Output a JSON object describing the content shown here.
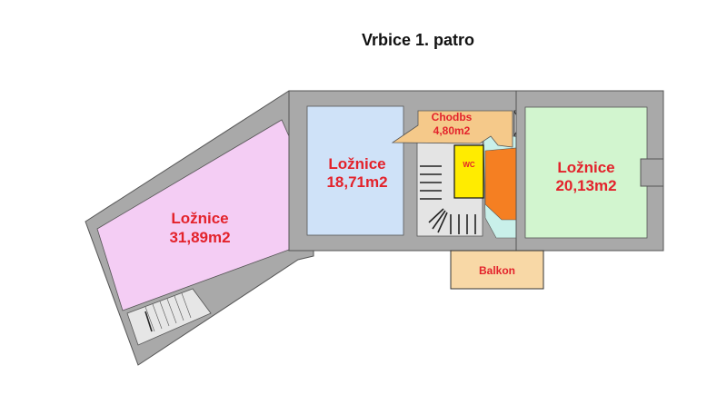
{
  "title": "Vrbice 1. patro",
  "rooms": [
    {
      "id": "loznice-1",
      "name": "Ložnice",
      "area": "31,89m2",
      "color": "#f4cdf4"
    },
    {
      "id": "loznice-2",
      "name": "Ložnice",
      "area": "18,71m2",
      "color": "#cfe2f8"
    },
    {
      "id": "chodba",
      "name": "Chodbs",
      "area": "4,80m2",
      "color": "#f5c98a"
    },
    {
      "id": "wc",
      "name": "WC",
      "color": "#ffec00"
    },
    {
      "id": "bathroom",
      "color": "#f57f22"
    },
    {
      "id": "loznice-3",
      "name": "Ložnice",
      "area": "20,13m2",
      "color": "#d2f5cf"
    },
    {
      "id": "balkon",
      "name": "Balkon",
      "color": "#f8d8a6"
    }
  ]
}
